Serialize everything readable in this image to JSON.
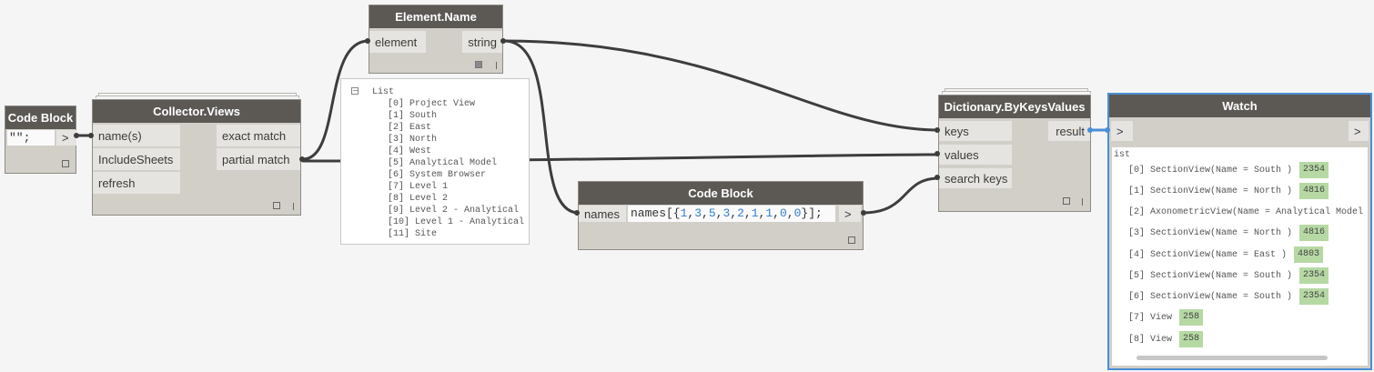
{
  "code_block_1": {
    "title": "Code Block",
    "code": "\"\";",
    "output_label": ">"
  },
  "collector_views": {
    "title": "Collector.Views",
    "inputs": [
      "name(s)",
      "IncludeSheets",
      "refresh"
    ],
    "outputs": [
      "exact match",
      "partial match"
    ]
  },
  "element_name": {
    "title": "Element.Name",
    "input": "element",
    "output": "string"
  },
  "list_preview": {
    "header": "List",
    "collapse_symbol": "−",
    "items": [
      "[0] Project View",
      "[1] South",
      "[2] East",
      "[3] North",
      "[4] West",
      "[5] Analytical Model",
      "[6] System Browser",
      "[7] Level 1",
      "[8] Level 2",
      "[9] Level 2 - Analytical",
      "[10] Level 1 - Analytical",
      "[11] Site"
    ]
  },
  "code_block_2": {
    "title": "Code Block",
    "input": "names",
    "code_prefix": "names[{",
    "numbers": [
      "1",
      "3",
      "5",
      "3",
      "2",
      "1",
      "1",
      "0",
      "0"
    ],
    "code_suffix": "}];",
    "output_label": ">"
  },
  "dictionary_node": {
    "title": "Dictionary.ByKeysValues",
    "inputs": [
      "keys",
      "values",
      "search keys"
    ],
    "output": "result"
  },
  "watch": {
    "title": "Watch",
    "input_label": ">",
    "output_label": ">",
    "list_label": "ist",
    "rows": [
      {
        "text": "[0] SectionView(Name = South )",
        "value": "2354"
      },
      {
        "text": "[1] SectionView(Name = North )",
        "value": "4816"
      },
      {
        "text": "[2] AxonometricView(Name = Analytical Model",
        "value": ""
      },
      {
        "text": "[3] SectionView(Name = North )",
        "value": "4816"
      },
      {
        "text": "[4] SectionView(Name = East )",
        "value": "4803"
      },
      {
        "text": "[5] SectionView(Name = South )",
        "value": "2354"
      },
      {
        "text": "[6] SectionView(Name = South )",
        "value": "2354"
      },
      {
        "text": "[7] View",
        "value": "258"
      },
      {
        "text": "[8] View",
        "value": "258"
      }
    ]
  },
  "colors": {
    "canvas": "#f5f5f5",
    "node_header": "#5c5955",
    "node_body": "#d2cfc9",
    "port": "#e6e4e0",
    "wire": "#3d3d3d",
    "selected": "#4a8fd6",
    "value_highlight": "#b6d9a4",
    "code_number": "#2f7fd0"
  }
}
